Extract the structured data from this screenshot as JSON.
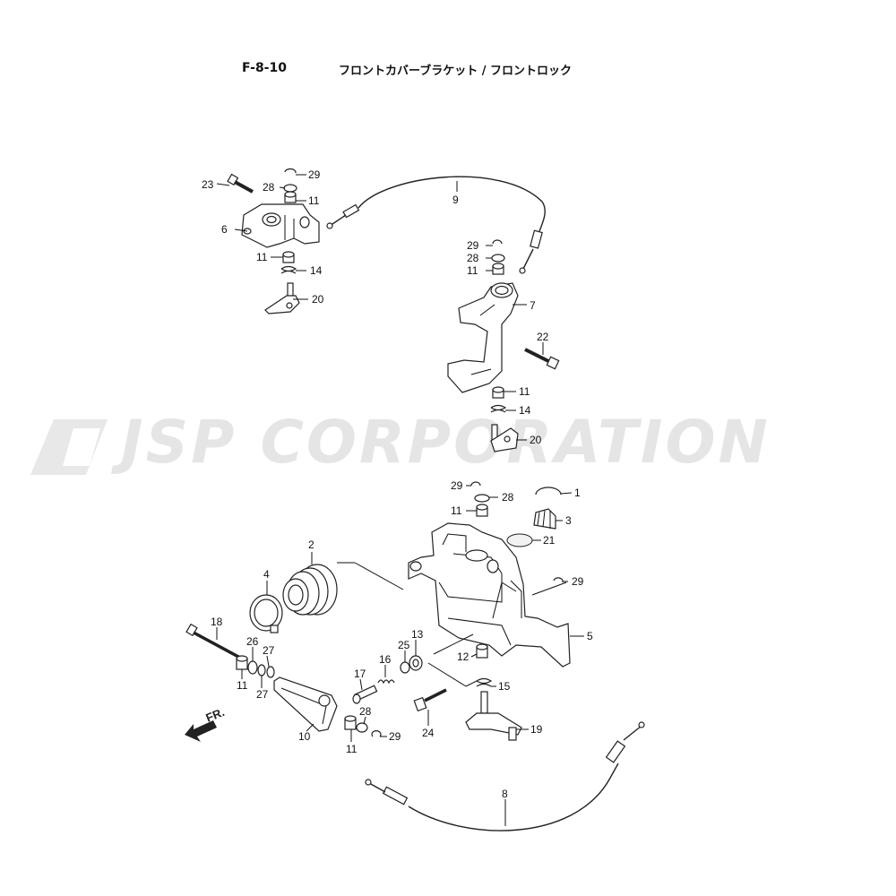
{
  "header": {
    "code": "F-8-10",
    "title": "フロントカバーブラケット / フロントロック"
  },
  "watermark": "JSP CORPORATION",
  "direction_label": "FR.",
  "colors": {
    "line": "#222222",
    "watermark": "#e5e5e5",
    "text": "#111111"
  },
  "callouts": [
    {
      "id": "23",
      "text": "23"
    },
    {
      "id": "28a",
      "text": "28"
    },
    {
      "id": "29a",
      "text": "29"
    },
    {
      "id": "11a",
      "text": "11"
    },
    {
      "id": "6",
      "text": "6"
    },
    {
      "id": "11b",
      "text": "11"
    },
    {
      "id": "14a",
      "text": "14"
    },
    {
      "id": "20a",
      "text": "20"
    },
    {
      "id": "9",
      "text": "9"
    },
    {
      "id": "29b",
      "text": "29"
    },
    {
      "id": "28b",
      "text": "28"
    },
    {
      "id": "11c",
      "text": "11"
    },
    {
      "id": "7",
      "text": "7"
    },
    {
      "id": "22",
      "text": "22"
    },
    {
      "id": "11d",
      "text": "11"
    },
    {
      "id": "14b",
      "text": "14"
    },
    {
      "id": "20b",
      "text": "20"
    },
    {
      "id": "29c",
      "text": "29"
    },
    {
      "id": "28c",
      "text": "28"
    },
    {
      "id": "1",
      "text": "1"
    },
    {
      "id": "11e",
      "text": "11"
    },
    {
      "id": "3",
      "text": "3"
    },
    {
      "id": "21",
      "text": "21"
    },
    {
      "id": "2",
      "text": "2"
    },
    {
      "id": "29d",
      "text": "29"
    },
    {
      "id": "4",
      "text": "4"
    },
    {
      "id": "5",
      "text": "5"
    },
    {
      "id": "18",
      "text": "18"
    },
    {
      "id": "13",
      "text": "13"
    },
    {
      "id": "26",
      "text": "26"
    },
    {
      "id": "27a",
      "text": "27"
    },
    {
      "id": "25",
      "text": "25"
    },
    {
      "id": "12",
      "text": "12"
    },
    {
      "id": "16",
      "text": "16"
    },
    {
      "id": "11f",
      "text": "11"
    },
    {
      "id": "27b",
      "text": "27"
    },
    {
      "id": "17",
      "text": "17"
    },
    {
      "id": "15",
      "text": "15"
    },
    {
      "id": "28d",
      "text": "28"
    },
    {
      "id": "10",
      "text": "10"
    },
    {
      "id": "29e",
      "text": "29"
    },
    {
      "id": "11g",
      "text": "11"
    },
    {
      "id": "24",
      "text": "24"
    },
    {
      "id": "19",
      "text": "19"
    },
    {
      "id": "8",
      "text": "8"
    }
  ]
}
